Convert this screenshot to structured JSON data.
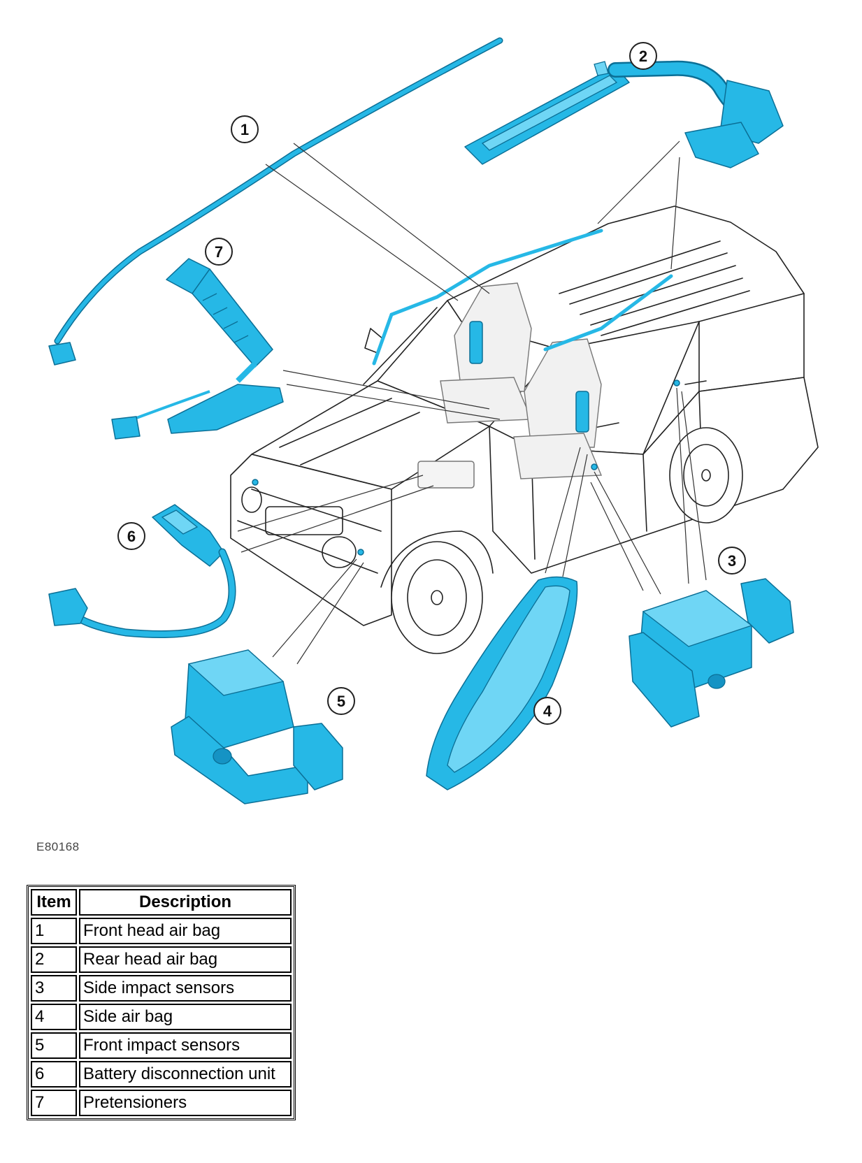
{
  "figure": {
    "id": "E80168",
    "callouts": [
      "1",
      "2",
      "3",
      "4",
      "5",
      "6",
      "7"
    ]
  },
  "legend": {
    "headers": {
      "item": "Item",
      "description": "Description"
    },
    "rows": [
      {
        "item": "1",
        "description": "Front head air bag"
      },
      {
        "item": "2",
        "description": "Rear head air bag"
      },
      {
        "item": "3",
        "description": "Side impact sensors"
      },
      {
        "item": "4",
        "description": "Side air bag"
      },
      {
        "item": "5",
        "description": "Front impact sensors"
      },
      {
        "item": "6",
        "description": "Battery disconnection unit"
      },
      {
        "item": "7",
        "description": "Pretensioners"
      }
    ]
  },
  "colors": {
    "component": "#26b8e6",
    "component_outline": "#0b6f96",
    "line_art": "#222222"
  }
}
